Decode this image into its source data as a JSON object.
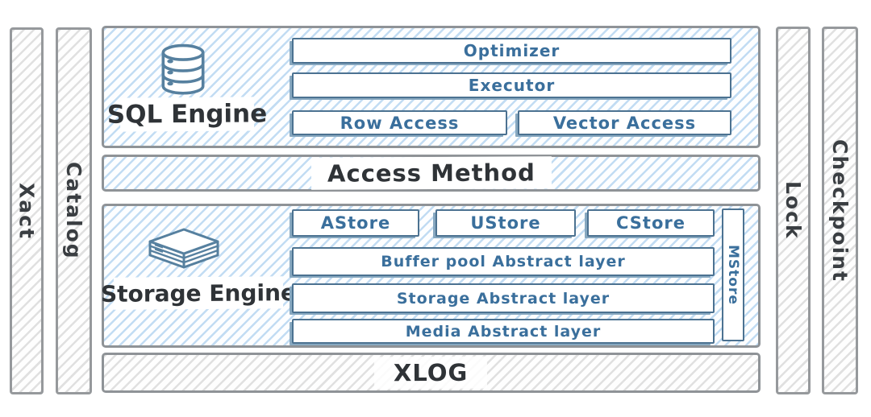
{
  "side_bars": {
    "left": [
      {
        "label": "Xact"
      },
      {
        "label": "Catalog"
      }
    ],
    "right": [
      {
        "label": "Lock"
      },
      {
        "label": "Checkpoint"
      }
    ]
  },
  "sql_engine": {
    "label": "SQL Engine",
    "icon": "database-icon",
    "full_rows": [
      "Optimizer",
      "Executor"
    ],
    "split_row": [
      "Row Access",
      "Vector Access"
    ]
  },
  "access_method": {
    "label": "Access Method"
  },
  "storage_engine": {
    "label": "Storage Engine",
    "icon": "storage-stack-icon",
    "stores": [
      "AStore",
      "UStore",
      "CStore"
    ],
    "vertical_store": "MStore",
    "layers": [
      "Buffer pool Abstract layer",
      "Storage Abstract layer",
      "Media Abstract layer"
    ]
  },
  "xlog": {
    "label": "XLOG"
  },
  "colors": {
    "blue_hatch_line": "#9ac6eb",
    "gray_hatch_line": "#d5d5d5",
    "outer_border": "#8f9397",
    "inner_box_border": "#4c7291",
    "blue_text": "#3a6f9c",
    "dark_text": "#2f3337"
  }
}
